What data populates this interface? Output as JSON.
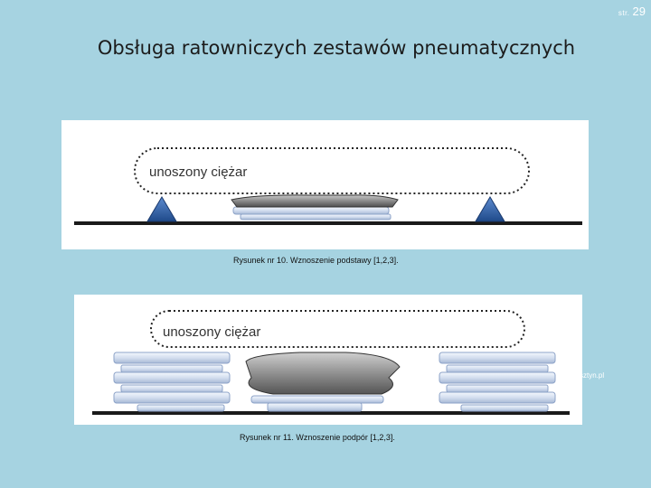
{
  "page": {
    "prefix": "str.",
    "number": "29"
  },
  "title": "Obsługa ratowniczych zestawów pneumatycznych",
  "figures": [
    {
      "label": "unoszony ciężar",
      "caption": "Rysunek nr 10. Wznoszenie podstawy [1,2,3]."
    },
    {
      "label": "unoszony ciężar",
      "caption": "Rysunek nr 11. Wznoszenie podpór [1,2,3]."
    }
  ],
  "footer_fragment": "sztyn.pl",
  "colors": {
    "background": "#a6d3e1",
    "triangle": "#2f5fa3",
    "cushion": "#7a7a7a",
    "crib_block": "#dde6f3"
  }
}
